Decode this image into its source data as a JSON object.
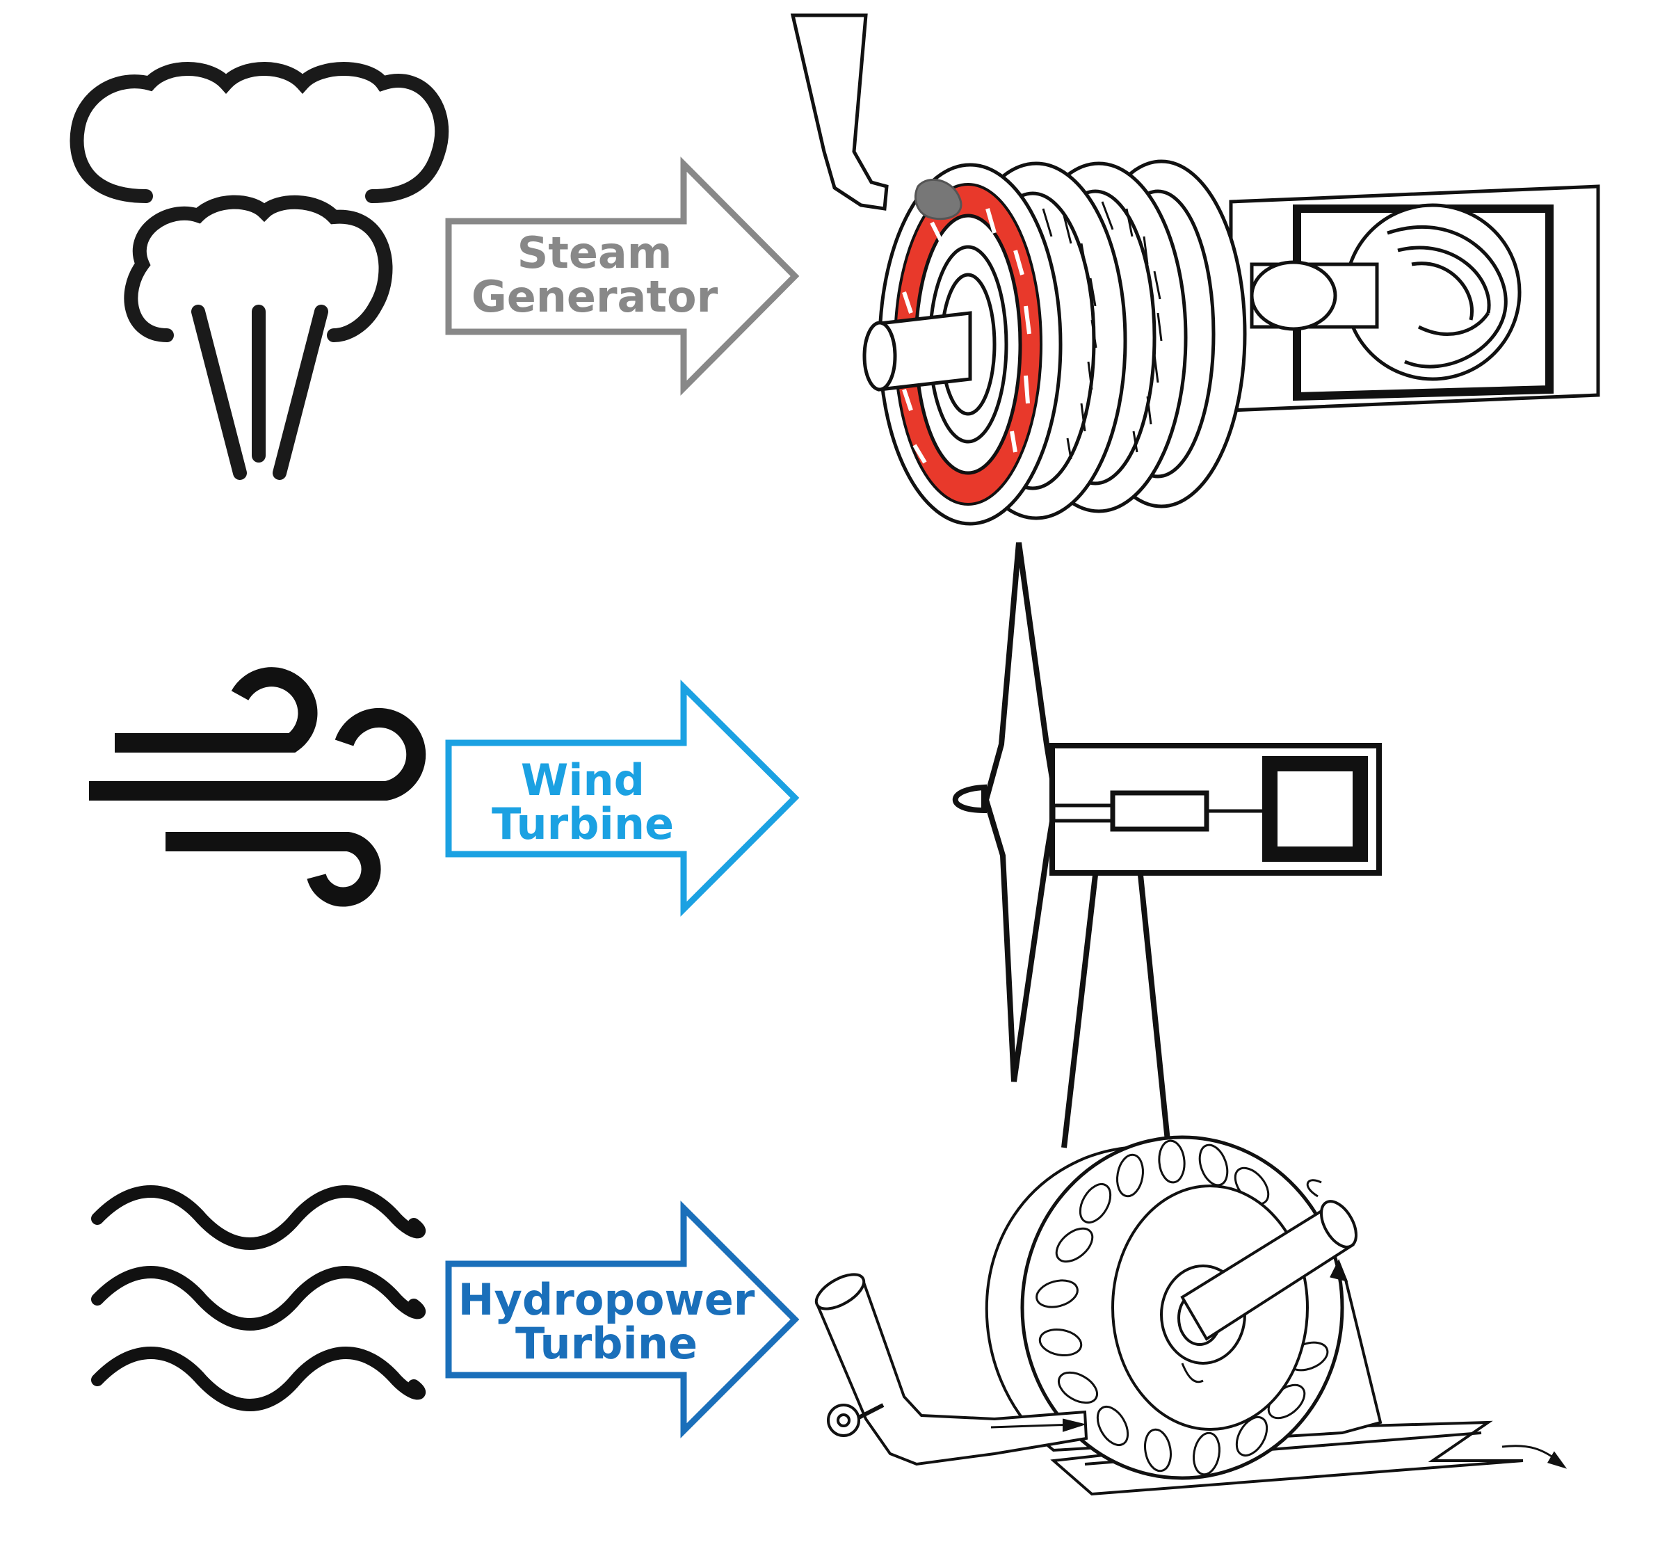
{
  "rows": [
    {
      "id": "steam",
      "source_icon": "steam-cloud-icon",
      "label_lines": [
        "Steam",
        "Generator"
      ],
      "color": "#888888",
      "machine": "steam-turbine-illustration"
    },
    {
      "id": "wind",
      "source_icon": "wind-gust-icon",
      "label_lines": [
        "Wind",
        "Turbine"
      ],
      "color": "#1ba1e2",
      "machine": "wind-turbine-illustration"
    },
    {
      "id": "hydro",
      "source_icon": "water-waves-icon",
      "label_lines": [
        "Hydropower",
        "Turbine"
      ],
      "color": "#1a6fba",
      "machine": "pelton-wheel-illustration"
    }
  ],
  "accent": {
    "steam_blades": "#e8392b",
    "steam_nozzle": "#777777"
  }
}
